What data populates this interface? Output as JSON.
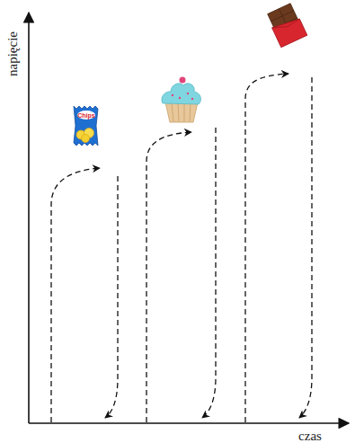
{
  "diagram": {
    "labels": [
      "napięcie",
      "czas",
      "Chips"
    ]
  }
}
